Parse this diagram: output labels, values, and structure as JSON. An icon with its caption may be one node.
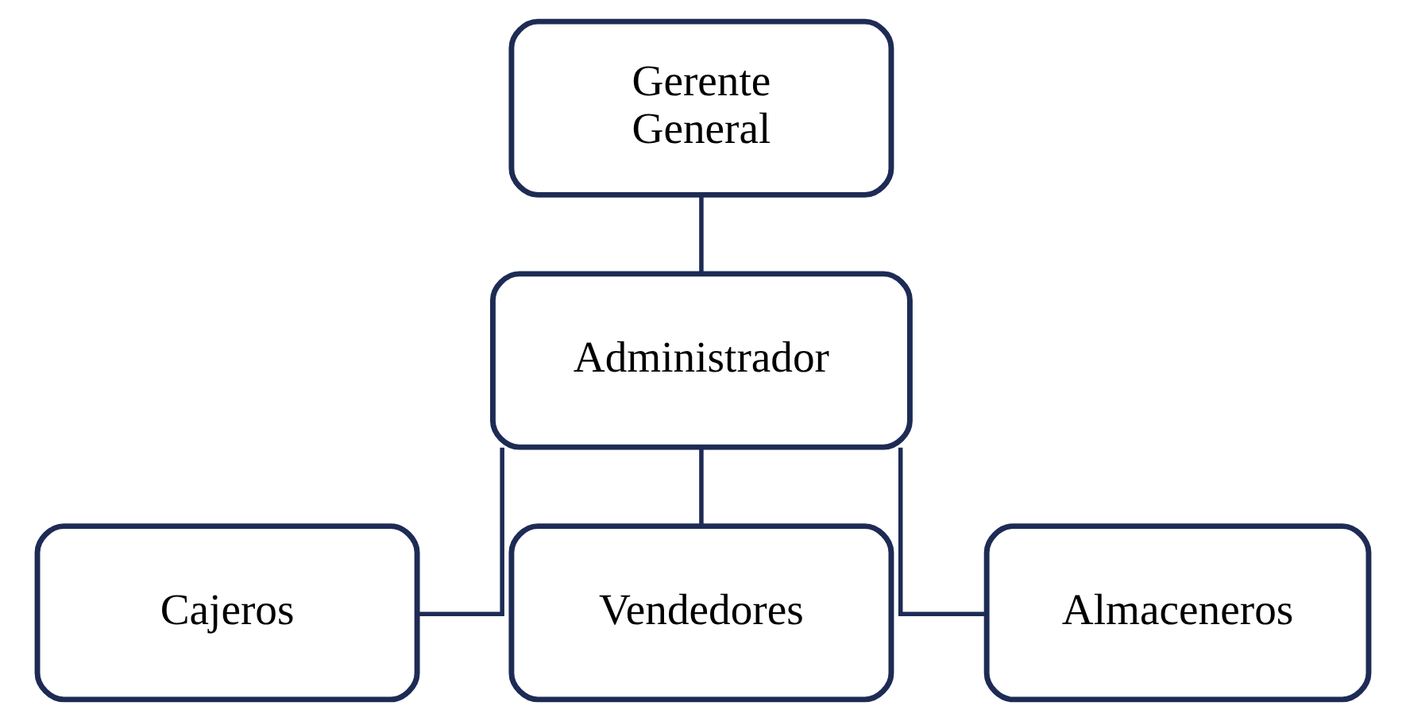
{
  "diagram": {
    "nodes": [
      {
        "text": [
          "Gerente General"
        ]
      },
      {
        "text": [
          "Administrador"
        ]
      },
      {
        "text": [
          "Cajeros"
        ]
      },
      {
        "text": [
          "Vendedores"
        ]
      },
      {
        "text": [
          "Almaceneros"
        ]
      }
    ],
    "edges": [
      {
        "from": 0,
        "to": 1,
        "arrow": "none"
      },
      {
        "from": 1,
        "to": 2,
        "arrow": "none"
      },
      {
        "from": 1,
        "to": 3,
        "arrow": "none"
      },
      {
        "from": 1,
        "to": 4,
        "arrow": "none"
      }
    ]
  }
}
